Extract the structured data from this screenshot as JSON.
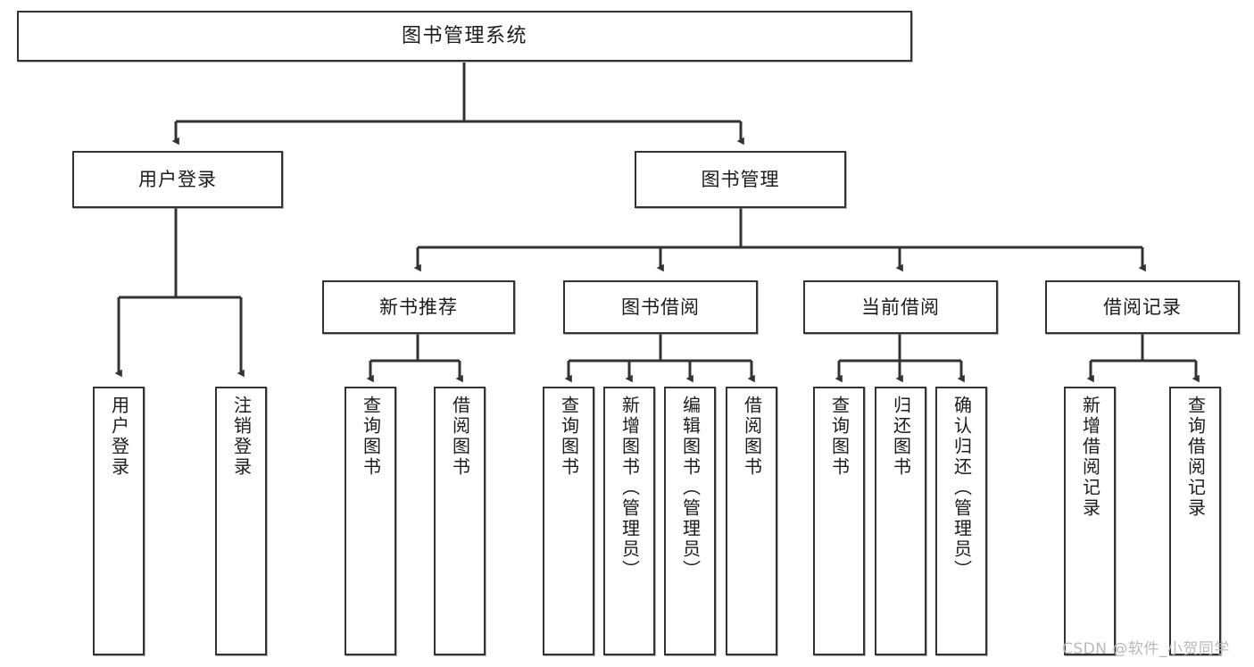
{
  "diagram": {
    "title": "图书管理系统",
    "type": "tree",
    "watermark": "CSDN @软件_小贺同学",
    "colors": {
      "box_border": "#333333",
      "box_fill": "#ffffff",
      "edge": "#333333",
      "text": "#1b1b1b",
      "watermark": "#b9b9b9"
    },
    "nodes": {
      "root": {
        "label": "图书管理系统"
      },
      "level2": [
        {
          "id": "user-login",
          "label": "用户登录"
        },
        {
          "id": "book-manage",
          "label": "图书管理"
        }
      ],
      "level3": [
        {
          "id": "new-book-rec",
          "label": "新书推荐"
        },
        {
          "id": "book-borrow",
          "label": "图书借阅"
        },
        {
          "id": "current-borrow",
          "label": "当前借阅"
        },
        {
          "id": "borrow-record",
          "label": "借阅记录"
        }
      ],
      "leaves": {
        "user_login": [
          {
            "id": "leaf-user-login",
            "label": "用户登录"
          },
          {
            "id": "leaf-logout",
            "label": "注销登录"
          }
        ],
        "new_book_rec": [
          {
            "id": "leaf-query-book-1",
            "label": "查询图书"
          },
          {
            "id": "leaf-borrow-book-1",
            "label": "借阅图书"
          }
        ],
        "book_borrow": [
          {
            "id": "leaf-query-book-2",
            "label": "查询图书"
          },
          {
            "id": "leaf-add-book",
            "label": "新增图书（管理员）"
          },
          {
            "id": "leaf-edit-book",
            "label": "编辑图书（管理员）"
          },
          {
            "id": "leaf-borrow-book-2",
            "label": "借阅图书"
          }
        ],
        "current_borrow": [
          {
            "id": "leaf-query-book-3",
            "label": "查询图书"
          },
          {
            "id": "leaf-return-book",
            "label": "归还图书"
          },
          {
            "id": "leaf-confirm-return",
            "label": "确认归还（管理员）"
          }
        ],
        "borrow_record": [
          {
            "id": "leaf-add-record",
            "label": "新增借阅记录"
          },
          {
            "id": "leaf-query-record",
            "label": "查询借阅记录"
          }
        ]
      }
    }
  }
}
